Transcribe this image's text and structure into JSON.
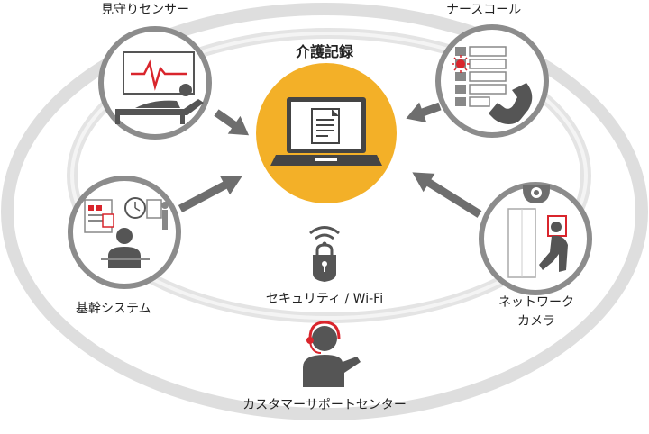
{
  "center": {
    "title": "介護記録",
    "icon": "laptop-document-icon"
  },
  "nodes": {
    "monitoring": {
      "label": "見守りセンサー",
      "icon": "bed-sensor-monitor-icon"
    },
    "nurse_call": {
      "label": "ナースコール",
      "icon": "nurse-call-phone-icon"
    },
    "core_system": {
      "label": "基幹システム",
      "icon": "office-worker-computer-icon"
    },
    "camera": {
      "line1": "ネットワーク",
      "line2": "カメラ",
      "icon": "security-camera-icon"
    }
  },
  "security": {
    "label": "セキュリティ / Wi-Fi",
    "icons": [
      "wifi-icon",
      "lock-icon"
    ]
  },
  "support": {
    "label": "カスタマーサポートセンター",
    "icon": "headset-operator-icon"
  },
  "colors": {
    "accent": "#F3B028",
    "red": "#D9252C",
    "gray": "#8C8C8C",
    "ring": "#DCDCDC",
    "dark": "#6E6E6E"
  }
}
